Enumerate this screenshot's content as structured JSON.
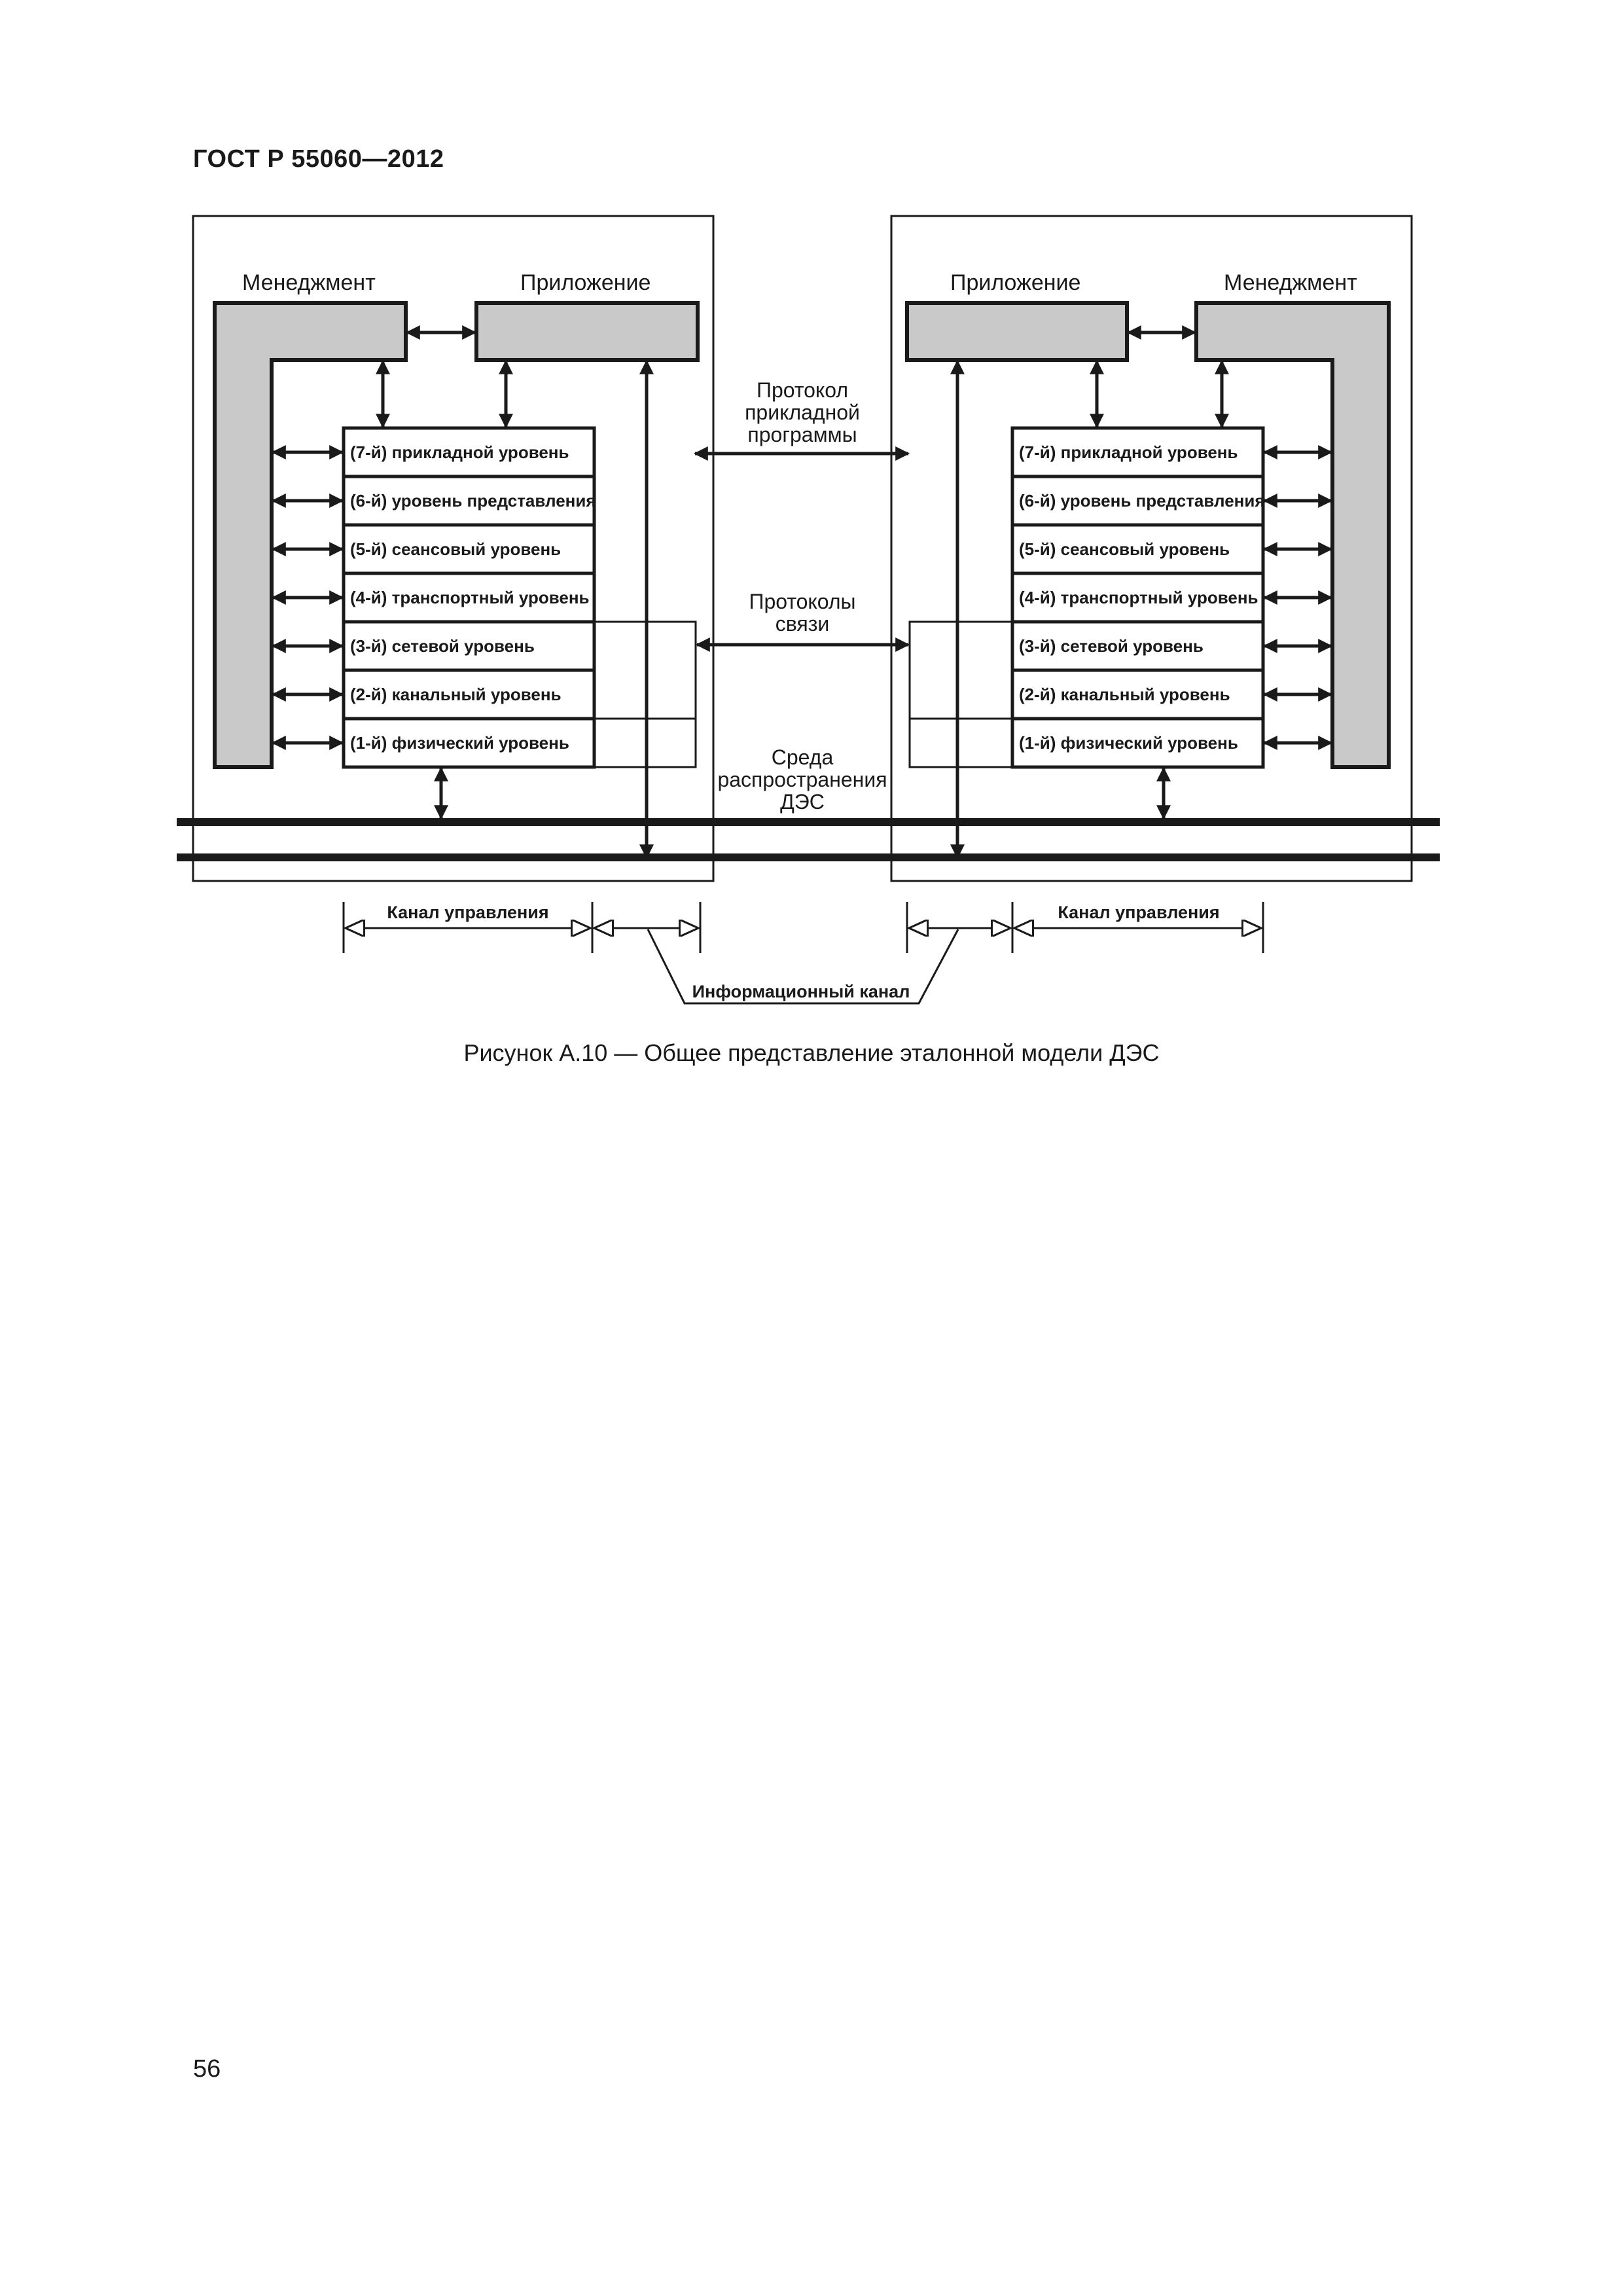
{
  "header": {
    "title": "ГОСТ Р 55060—2012"
  },
  "figure": {
    "left": {
      "management": "Менеджмент",
      "application": "Приложение"
    },
    "right": {
      "application": "Приложение",
      "management": "Менеджмент"
    },
    "layers": [
      "(7-й) прикладной уровень",
      "(6-й) уровень представления",
      "(5-й) сеансовый уровень",
      "(4-й) транспортный уровень",
      "(3-й) сетевой уровень",
      "(2-й) канальный уровень",
      "(1-й) физический уровень"
    ],
    "center": {
      "app_protocol": [
        "Протокол",
        "прикладной",
        "программы"
      ],
      "comm_protocols": [
        "Протоколы",
        "связи"
      ],
      "medium": [
        "Среда",
        "распространения",
        "ДЭС"
      ]
    },
    "bottom": {
      "control_channel_left": "Канал управления",
      "control_channel_right": "Канал управления",
      "info_channel": "Информационный канал"
    }
  },
  "caption": "Рисунок А.10 — Общее представление эталонной модели ДЭС",
  "page_number": "56"
}
